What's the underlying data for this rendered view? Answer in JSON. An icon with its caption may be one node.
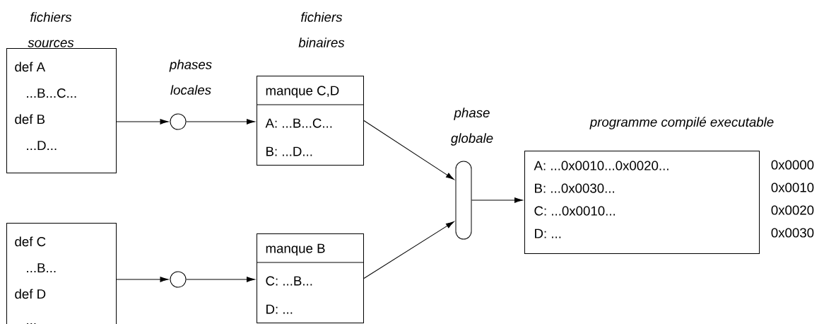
{
  "diagram": {
    "nodes": [
      {
        "text": [
          "def A",
          "...B...C...",
          "def B",
          "...D..."
        ]
      },
      {
        "text": [],
        "shape": "circle",
        "beside": [
          "phases locales"
        ]
      },
      {
        "text": [
          "manque C,D",
          "A: ...B...C...",
          "B: ...D..."
        ]
      },
      {
        "text": [
          "def C",
          "...B...",
          "def D",
          "..."
        ]
      },
      {
        "text": [],
        "shape": "circle"
      },
      {
        "text": [
          "manque B",
          "C: ...B...",
          "D: ..."
        ]
      },
      {
        "text": [],
        "shape": "bar",
        "beside": [
          "phase globale"
        ]
      },
      {
        "text": [
          "A: ...0x0010...0x0020...",
          "B: ...0x0030...",
          "C: ...0x0010...",
          "D: ..."
        ],
        "beside": [
          "programme compilé executable",
          "0x0000",
          "0x0010",
          "0x0020",
          "0x0030"
        ]
      }
    ],
    "edges": [
      {
        "from": 0,
        "to": 1,
        "arrow": "to"
      },
      {
        "from": 1,
        "to": 2,
        "arrow": "to"
      },
      {
        "from": 2,
        "to": 6,
        "arrow": "to"
      },
      {
        "from": 3,
        "to": 4,
        "arrow": "to"
      },
      {
        "from": 4,
        "to": 5,
        "arrow": "to"
      },
      {
        "from": 5,
        "to": 6,
        "arrow": "to"
      },
      {
        "from": 6,
        "to": 7,
        "arrow": "to"
      }
    ],
    "labels": [
      "fichiers sources",
      "fichiers binaires"
    ]
  }
}
